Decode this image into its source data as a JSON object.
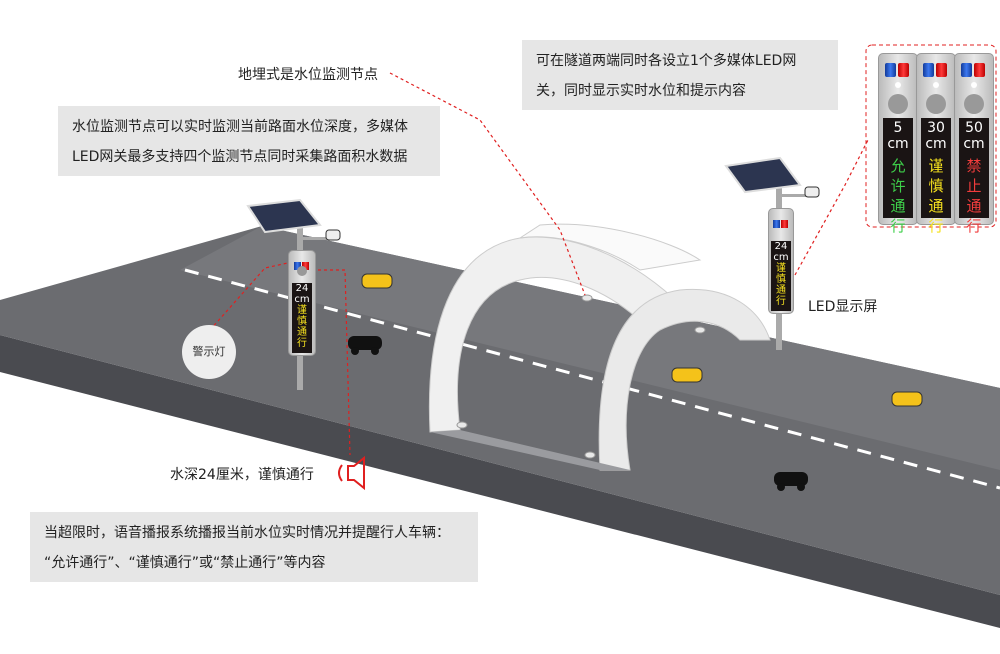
{
  "callouts": {
    "buried_node": "地埋式是水位监测节点",
    "node_desc_line1": "水位监测节点可以实时监测当前路面水位深度，多媒体",
    "node_desc_line2": "LED网关最多支持四个监测节点同时采集路面积水数据",
    "gateway_line1": "可在隧道两端同时各设立1个多媒体LED网",
    "gateway_line2": "关，同时显示实时水位和提示内容",
    "warning_light": "警示灯",
    "led_screen": "LED显示屏",
    "voice_msg": "水深24厘米，谨慎通行",
    "voice_desc_line1": "当超限时，语音播报系统播报当前水位实时情况并提醒行人车辆：",
    "voice_desc_line2": "“允许通行”、“谨慎通行”或“禁止通行”等内容"
  },
  "pole_sign": {
    "value": "24",
    "unit": "cm",
    "text": [
      "谨",
      "慎",
      "通",
      "行"
    ]
  },
  "right_sign": {
    "value": "24",
    "unit": "cm",
    "text": [
      "谨",
      "慎",
      "通",
      "行"
    ]
  },
  "legend_signs": [
    {
      "value": "5",
      "unit": "cm",
      "text": [
        "允",
        "许",
        "通",
        "行"
      ],
      "color": "#3ecf4a"
    },
    {
      "value": "30",
      "unit": "cm",
      "text": [
        "谨",
        "慎",
        "通",
        "行"
      ],
      "color": "#f5e11e"
    },
    {
      "value": "50",
      "unit": "cm",
      "text": [
        "禁",
        "止",
        "通",
        "行"
      ],
      "color": "#f03c3c"
    }
  ]
}
